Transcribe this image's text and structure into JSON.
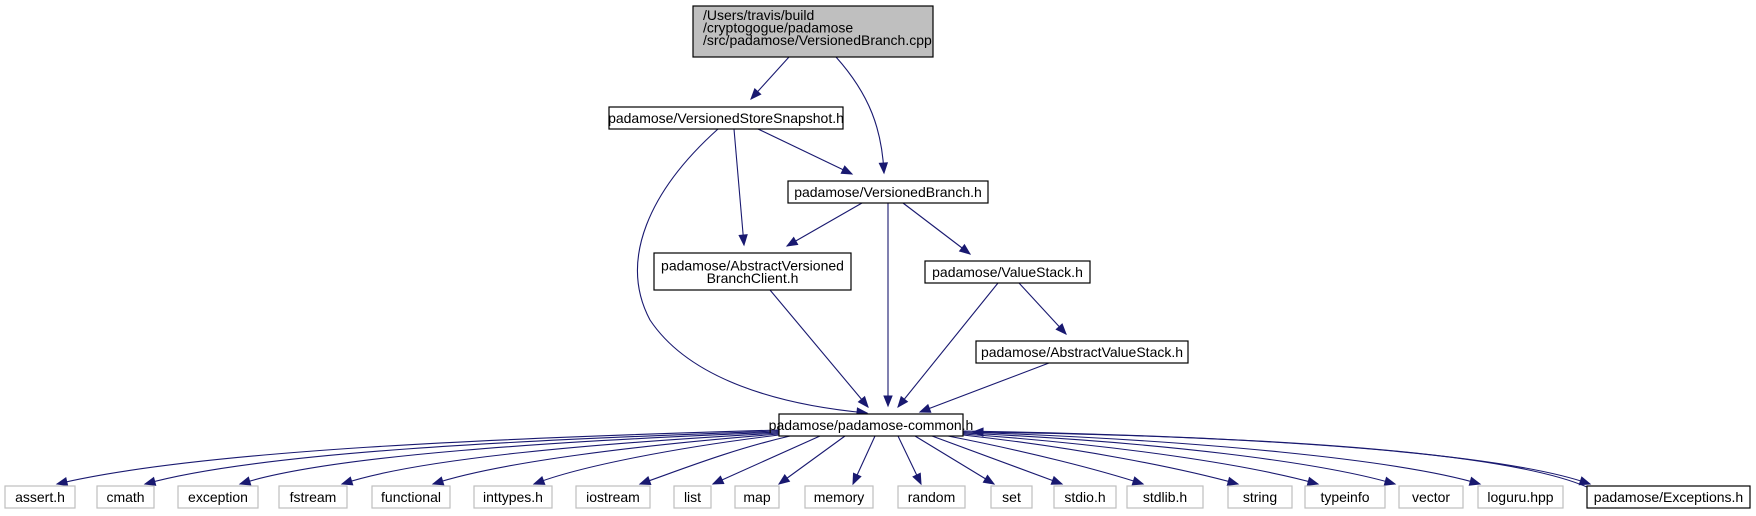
{
  "nodes": [
    {
      "id": "root",
      "style": "root",
      "lines": [
        "/Users/travis/build",
        "/cryptogogue/padamose",
        "/src/padamose/VersionedBranch.cpp"
      ]
    },
    {
      "id": "store_snapshot",
      "style": "main",
      "lines": [
        "padamose/VersionedStoreSnapshot.h"
      ]
    },
    {
      "id": "versioned_branch",
      "style": "main",
      "lines": [
        "padamose/VersionedBranch.h"
      ]
    },
    {
      "id": "abstract_client",
      "style": "main",
      "lines": [
        "padamose/AbstractVersioned",
        "BranchClient.h"
      ]
    },
    {
      "id": "value_stack",
      "style": "main",
      "lines": [
        "padamose/ValueStack.h"
      ]
    },
    {
      "id": "abstract_value_stack",
      "style": "main",
      "lines": [
        "padamose/AbstractValueStack.h"
      ]
    },
    {
      "id": "common",
      "style": "main",
      "lines": [
        "padamose/padamose-common.h"
      ]
    },
    {
      "id": "assert",
      "style": "leaf",
      "lines": [
        "assert.h"
      ]
    },
    {
      "id": "cmath",
      "style": "leaf",
      "lines": [
        "cmath"
      ]
    },
    {
      "id": "exception",
      "style": "leaf",
      "lines": [
        "exception"
      ]
    },
    {
      "id": "fstream",
      "style": "leaf",
      "lines": [
        "fstream"
      ]
    },
    {
      "id": "functional",
      "style": "leaf",
      "lines": [
        "functional"
      ]
    },
    {
      "id": "inttypes",
      "style": "leaf",
      "lines": [
        "inttypes.h"
      ]
    },
    {
      "id": "iostream",
      "style": "leaf",
      "lines": [
        "iostream"
      ]
    },
    {
      "id": "list",
      "style": "leaf",
      "lines": [
        "list"
      ]
    },
    {
      "id": "map",
      "style": "leaf",
      "lines": [
        "map"
      ]
    },
    {
      "id": "memory",
      "style": "leaf",
      "lines": [
        "memory"
      ]
    },
    {
      "id": "random",
      "style": "leaf",
      "lines": [
        "random"
      ]
    },
    {
      "id": "set",
      "style": "leaf",
      "lines": [
        "set"
      ]
    },
    {
      "id": "stdio",
      "style": "leaf",
      "lines": [
        "stdio.h"
      ]
    },
    {
      "id": "stdlib",
      "style": "leaf",
      "lines": [
        "stdlib.h"
      ]
    },
    {
      "id": "string",
      "style": "leaf",
      "lines": [
        "string"
      ]
    },
    {
      "id": "typeinfo",
      "style": "leaf",
      "lines": [
        "typeinfo"
      ]
    },
    {
      "id": "vector",
      "style": "leaf",
      "lines": [
        "vector"
      ]
    },
    {
      "id": "loguru",
      "style": "leaf",
      "lines": [
        "loguru.hpp"
      ]
    },
    {
      "id": "exceptions",
      "style": "main",
      "lines": [
        "padamose/Exceptions.h"
      ]
    }
  ],
  "edges": [
    {
      "from": "root",
      "to": "store_snapshot"
    },
    {
      "from": "root",
      "to": "versioned_branch"
    },
    {
      "from": "store_snapshot",
      "to": "common"
    },
    {
      "from": "store_snapshot",
      "to": "abstract_client"
    },
    {
      "from": "store_snapshot",
      "to": "versioned_branch"
    },
    {
      "from": "versioned_branch",
      "to": "abstract_client"
    },
    {
      "from": "versioned_branch",
      "to": "common"
    },
    {
      "from": "versioned_branch",
      "to": "value_stack"
    },
    {
      "from": "abstract_client",
      "to": "common"
    },
    {
      "from": "value_stack",
      "to": "common"
    },
    {
      "from": "value_stack",
      "to": "abstract_value_stack"
    },
    {
      "from": "abstract_value_stack",
      "to": "common"
    },
    {
      "from": "common",
      "to": "assert"
    },
    {
      "from": "common",
      "to": "cmath"
    },
    {
      "from": "common",
      "to": "exception"
    },
    {
      "from": "common",
      "to": "fstream"
    },
    {
      "from": "common",
      "to": "functional"
    },
    {
      "from": "common",
      "to": "inttypes"
    },
    {
      "from": "common",
      "to": "iostream"
    },
    {
      "from": "common",
      "to": "list"
    },
    {
      "from": "common",
      "to": "map"
    },
    {
      "from": "common",
      "to": "memory"
    },
    {
      "from": "common",
      "to": "random"
    },
    {
      "from": "common",
      "to": "set"
    },
    {
      "from": "common",
      "to": "stdio"
    },
    {
      "from": "common",
      "to": "stdlib"
    },
    {
      "from": "common",
      "to": "string"
    },
    {
      "from": "common",
      "to": "typeinfo"
    },
    {
      "from": "common",
      "to": "vector"
    },
    {
      "from": "common",
      "to": "loguru"
    },
    {
      "from": "common",
      "to": "exceptions"
    },
    {
      "from": "exceptions",
      "to": "common"
    }
  ],
  "colors": {
    "edge": "#191970",
    "root_fill": "#bfbfbf",
    "leaf_border": "#bfbfbf",
    "node_border": "#000000"
  }
}
